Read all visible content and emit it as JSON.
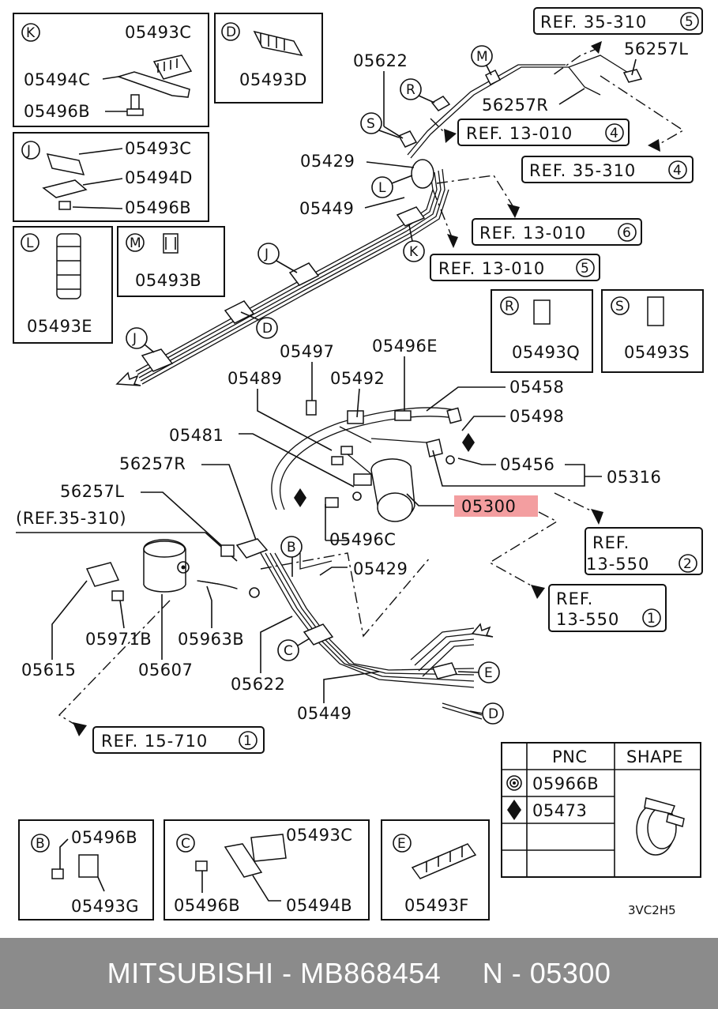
{
  "inset_boxes": [
    {
      "key": "K",
      "labels": [
        "05493C",
        "05494C",
        "05496B"
      ]
    },
    {
      "key": "D",
      "labels": [
        "05493D"
      ]
    },
    {
      "key": "J",
      "labels": [
        "05493C",
        "05494D",
        "05496B"
      ]
    },
    {
      "key": "L",
      "labels": [
        "05493E"
      ]
    },
    {
      "key": "M",
      "labels": [
        "05493B"
      ]
    },
    {
      "key": "R",
      "labels": [
        "05493Q"
      ]
    },
    {
      "key": "S",
      "labels": [
        "05493S"
      ]
    },
    {
      "key": "B",
      "labels": [
        "05496B",
        "05493G"
      ]
    },
    {
      "key": "C",
      "labels": [
        "05493C",
        "05496B",
        "05494B"
      ]
    },
    {
      "key": "E",
      "labels": [
        "05493F"
      ]
    }
  ],
  "refs": [
    {
      "text": "REF. 35-310",
      "num": "5"
    },
    {
      "text": "REF. 13-010",
      "num": "4"
    },
    {
      "text": "REF. 35-310",
      "num": "4"
    },
    {
      "text": "REF. 13-010",
      "num": "6"
    },
    {
      "text": "REF. 13-010",
      "num": "5"
    },
    {
      "line1": "REF.",
      "line2": "13-550",
      "num": "2"
    },
    {
      "line1": "REF.",
      "line2": "13-550",
      "num": "1"
    },
    {
      "text": "REF. 15-710",
      "num": "1"
    }
  ],
  "callouts": {
    "upper": [
      "05622",
      "56257L",
      "56257R",
      "05429",
      "05449"
    ],
    "keys": [
      "M",
      "R",
      "S",
      "L",
      "K",
      "J",
      "D",
      "J",
      "B",
      "C",
      "E",
      "D"
    ],
    "middle": [
      "05497",
      "05496E",
      "05489",
      "05492",
      "05458",
      "05498",
      "05481",
      "05456",
      "05316",
      "56257R",
      "56257L",
      "05496C",
      "(REF.35-310)",
      "05429"
    ],
    "highlight": "05300",
    "lower": [
      "05615",
      "05971B",
      "05963B",
      "05607",
      "05622",
      "05449"
    ]
  },
  "legend": {
    "headers": [
      "PNC",
      "SHAPE"
    ],
    "rows": [
      {
        "symbol": "circle-dot",
        "pnc": "05966B"
      },
      {
        "symbol": "diamond",
        "pnc": "05473"
      }
    ]
  },
  "drawing_code": "3VC2H5",
  "colors": {
    "highlight": "#f39ea0",
    "footer_bg": "#8b8b8b"
  },
  "footer": "MITSUBISHI - MB868454     N - 05300"
}
